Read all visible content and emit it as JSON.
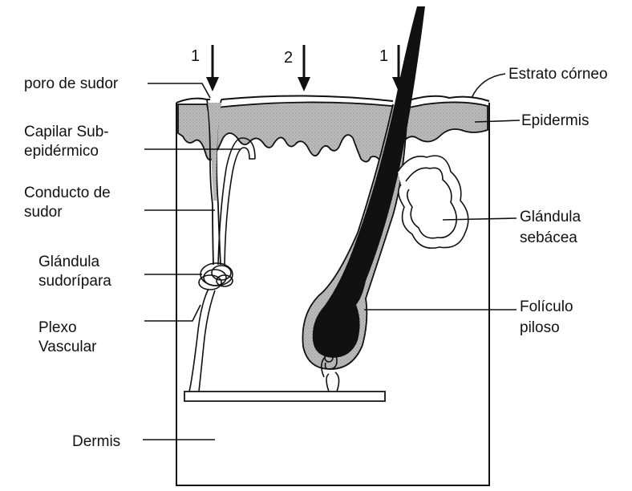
{
  "colors": {
    "ink": "#111111",
    "epidermis": "#c8c8c8",
    "paper": "#ffffff"
  },
  "arrows": {
    "left": "1",
    "middle": "2",
    "right": "1"
  },
  "labels": {
    "poro": "poro de sudor",
    "capilar_1": "Capilar Sub-",
    "capilar_2": "epidérmico",
    "conducto_1": "Conducto de",
    "conducto_2": "sudor",
    "glandula_sud_1": "Glándula",
    "glandula_sud_2": "sudorípara",
    "plexo_1": "Plexo",
    "plexo_2": "Vascular",
    "dermis": "Dermis",
    "estrato": "Estrato córneo",
    "epidermis": "Epidermis",
    "glandula_seb_1": "Glándula",
    "glandula_seb_2": "sebácea",
    "foliculo_1": "Folículo",
    "foliculo_2": "piloso"
  }
}
